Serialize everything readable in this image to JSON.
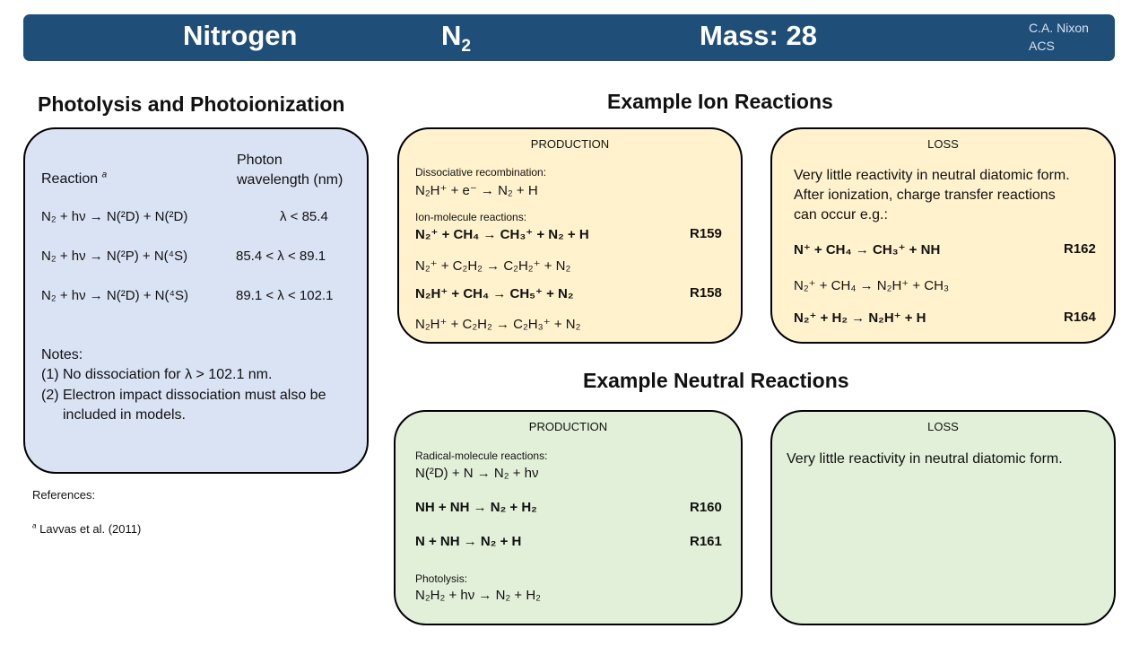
{
  "header": {
    "element": "Nitrogen",
    "formula_main": "N",
    "formula_sub": "2",
    "mass": "Mass: 28",
    "author_line1": "C.A. Nixon",
    "author_line2": "ACS",
    "bg_color": "#1f4e79"
  },
  "photolysis": {
    "title": "Photolysis and Photoionization",
    "col_reaction": "Reaction",
    "col_reaction_sup": "a",
    "col_wavelength_l1": "Photon",
    "col_wavelength_l2": "wavelength (nm)",
    "rows": [
      {
        "reaction": "N₂ + hν → N(²D) + N(²D)",
        "wavelength": "λ < 85.4"
      },
      {
        "reaction": "N₂ + hν → N(²P) + N(⁴S)",
        "wavelength": "85.4 < λ < 89.1"
      },
      {
        "reaction": "N₂ + hν → N(²D) + N(⁴S)",
        "wavelength": "89.1 < λ < 102.1"
      }
    ],
    "notes_title": "Notes:",
    "note1": "(1) No dissociation for λ > 102.1 nm.",
    "note2_l1": "(2) Electron impact dissociation must also be",
    "note2_l2": "included in models.",
    "box_color": "#dae3f3"
  },
  "references": {
    "title": "References:",
    "ref_sup": "a",
    "ref_text": "Lavvas et al. (2011)"
  },
  "ion": {
    "title": "Example Ion Reactions",
    "production": {
      "header": "PRODUCTION",
      "label1": "Dissociative recombination:",
      "r1": "N₂H⁺ + e⁻ → N₂ + H",
      "label2": "Ion-molecule reactions:",
      "r2": "N₂⁺ + CH₄ → CH₃⁺ + N₂ + H",
      "r2_code": "R159",
      "r3": "N₂⁺ + C₂H₂ → C₂H₂⁺ + N₂",
      "r4": "N₂H⁺ + CH₄ → CH₅⁺ + N₂",
      "r4_code": "R158",
      "r5": "N₂H⁺ + C₂H₂ → C₂H₃⁺ + N₂"
    },
    "loss": {
      "header": "LOSS",
      "text": "Very little reactivity in neutral diatomic form. After ionization, charge transfer reactions can occur e.g.:",
      "r1": "N⁺ + CH₄ → CH₃⁺ + NH",
      "r1_code": "R162",
      "r2": "N₂⁺ + CH₄ → N₂H⁺ + CH₃",
      "r3": "N₂⁺ + H₂ → N₂H⁺ + H",
      "r3_code": "R164"
    },
    "box_color": "#fff2cc"
  },
  "neutral": {
    "title": "Example Neutral Reactions",
    "production": {
      "header": "PRODUCTION",
      "label1": "Radical-molecule reactions:",
      "r1": "N(²D) + N → N₂ + hν",
      "r2": "NH + NH → N₂ + H₂",
      "r2_code": "R160",
      "r3": "N + NH → N₂ + H",
      "r3_code": "R161",
      "label2": "Photolysis:",
      "r4": "N₂H₂ + hν → N₂ + H₂"
    },
    "loss": {
      "header": "LOSS",
      "text": "Very little reactivity in neutral diatomic form."
    },
    "box_color": "#e2f0d9"
  }
}
